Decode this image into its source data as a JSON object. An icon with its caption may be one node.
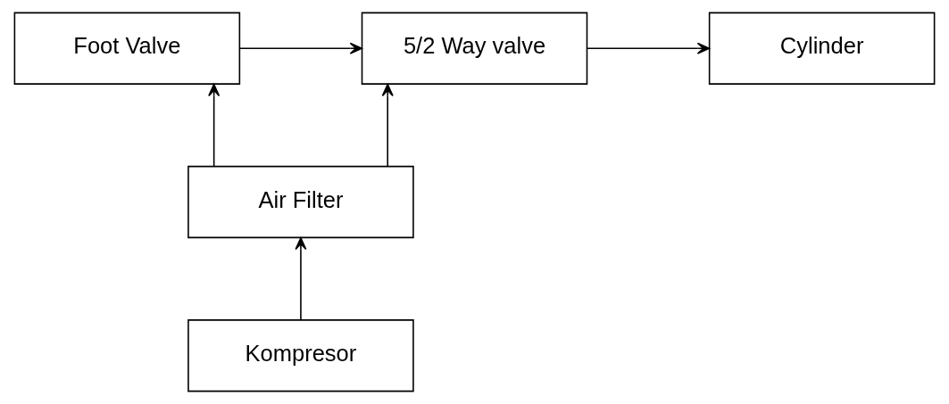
{
  "diagram": {
    "nodes": [
      {
        "text": [
          "Foot Valve"
        ]
      },
      {
        "text": [
          "5/2 Way valve"
        ]
      },
      {
        "text": [
          "Cylinder"
        ]
      },
      {
        "text": [
          "Air Filter"
        ]
      },
      {
        "text": [
          "Kompresor"
        ]
      }
    ],
    "edges": [
      {
        "from": 0,
        "to": 1,
        "arrow": "to"
      },
      {
        "from": 1,
        "to": 2,
        "arrow": "to"
      },
      {
        "from": 3,
        "to": 0,
        "arrow": "to"
      },
      {
        "from": 3,
        "to": 1,
        "arrow": "to"
      },
      {
        "from": 4,
        "to": 3,
        "arrow": "to"
      }
    ]
  }
}
